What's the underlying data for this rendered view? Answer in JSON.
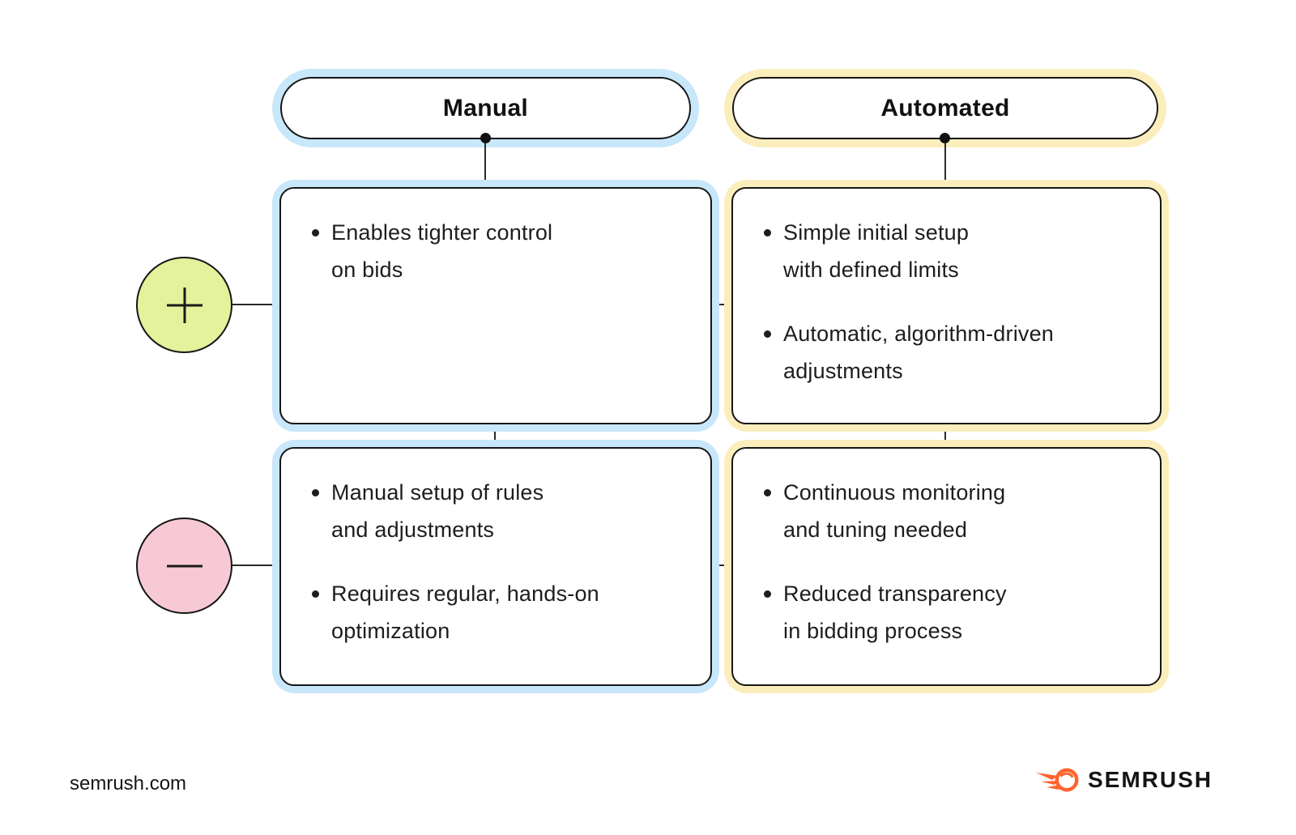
{
  "columns": {
    "manual": {
      "label": "Manual",
      "accent_color": "#C8E7FA"
    },
    "automated": {
      "label": "Automated",
      "accent_color": "#FBEEBC"
    }
  },
  "rows": {
    "pros": {
      "icon": "plus-icon",
      "badge_color": "#E3F29B"
    },
    "cons": {
      "icon": "minus-icon",
      "badge_color": "#F7C9D5"
    }
  },
  "boxes": {
    "manual_pros": {
      "bullets": [
        {
          "line1": "Enables tighter control",
          "line2": "on bids"
        }
      ]
    },
    "automated_pros": {
      "bullets": [
        {
          "line1": "Simple initial setup",
          "line2": "with defined limits"
        },
        {
          "line1": "Automatic, algorithm-driven",
          "line2": "adjustments"
        }
      ]
    },
    "manual_cons": {
      "bullets": [
        {
          "line1": "Manual setup of rules",
          "line2": "and adjustments"
        },
        {
          "line1": "Requires regular, hands-on",
          "line2": "optimization"
        }
      ]
    },
    "automated_cons": {
      "bullets": [
        {
          "line1": "Continuous monitoring",
          "line2": "and tuning needed"
        },
        {
          "line1": "Reduced transparency",
          "line2": "in bidding process"
        }
      ]
    }
  },
  "footer": {
    "website": "semrush.com",
    "brand": "SEMRUSH",
    "brand_color": "#FF642D"
  }
}
